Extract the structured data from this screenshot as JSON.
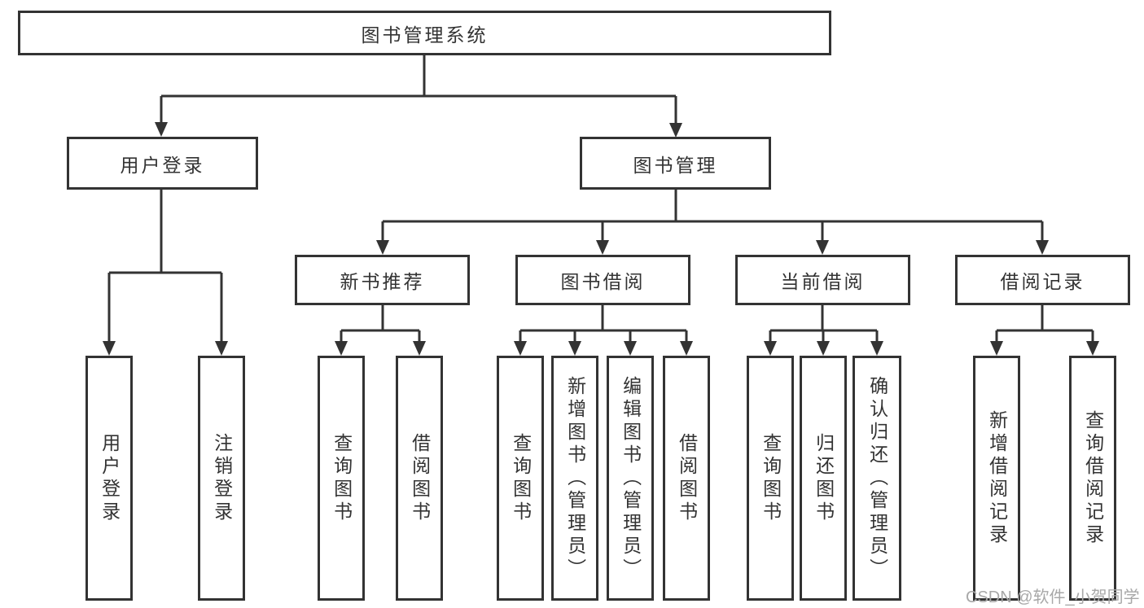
{
  "nodes": {
    "root": "图书管理系统",
    "user_login": "用户登录",
    "book_mgmt": "图书管理",
    "new_book": "新书推荐",
    "book_borrow": "图书借阅",
    "current_borrow": "当前借阅",
    "borrow_records": "借阅记录"
  },
  "leaves": {
    "user_login": [
      "用户登录",
      "注销登录"
    ],
    "new_book": [
      "查询图书",
      "借阅图书"
    ],
    "book_borrow": [
      "查询图书",
      "新增图书（管理员）",
      "编辑图书（管理员）",
      "借阅图书"
    ],
    "current_borrow": [
      "查询图书",
      "归还图书",
      "确认归还（管理员）"
    ],
    "borrow_records": [
      "新增借阅记录",
      "查询借阅记录"
    ]
  },
  "watermark": "CSDN @软件_小贺同学",
  "colors": {
    "line": "#333333",
    "box_border": "#333333",
    "text": "#333333",
    "watermark": "#a8a8a8",
    "background": "#ffffff"
  }
}
